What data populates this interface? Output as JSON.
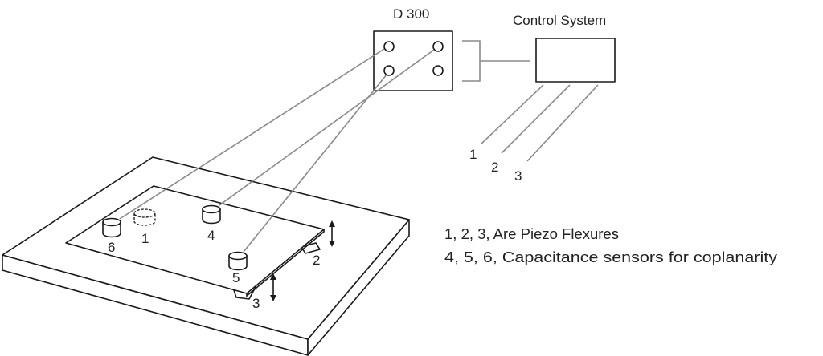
{
  "device": {
    "title": "D 300"
  },
  "controller": {
    "title": "Control System"
  },
  "controller_leads": [
    "1",
    "2",
    "3"
  ],
  "piezo_labels": [
    "1",
    "2",
    "3"
  ],
  "sensor_labels": [
    "4",
    "5",
    "6"
  ],
  "legend": [
    "1, 2, 3, Are Piezo Flexures",
    "4, 5, 6, Capacitance sensors for coplanarity"
  ]
}
